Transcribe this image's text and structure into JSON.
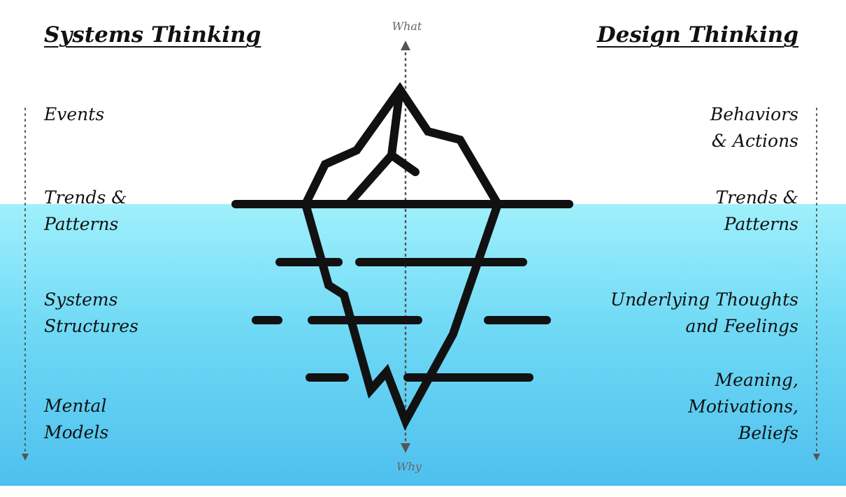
{
  "titles": {
    "left": "Systems Thinking",
    "right": "Design Thinking"
  },
  "axis": {
    "top": "What",
    "bottom": "Why"
  },
  "left_levels": [
    {
      "line1": "Events",
      "line2": ""
    },
    {
      "line1": "Trends &",
      "line2": "Patterns"
    },
    {
      "line1": "Systems",
      "line2": "Structures"
    },
    {
      "line1": "Mental",
      "line2": "Models"
    }
  ],
  "right_levels": [
    {
      "line1": "Behaviors",
      "line2": "& Actions",
      "line3": ""
    },
    {
      "line1": "Trends &",
      "line2": "Patterns",
      "line3": ""
    },
    {
      "line1": "Underlying Thoughts",
      "line2": "and Feelings",
      "line3": ""
    },
    {
      "line1": "Meaning,",
      "line2": "Motivations,",
      "line3": "Beliefs"
    }
  ],
  "colors": {
    "water_top": "#9ff0fb",
    "water_bottom": "#4ec0ee",
    "ink": "#111111",
    "axis": "#666666"
  },
  "icons": [
    "iceberg-icon",
    "arrow-up-icon",
    "arrow-down-icon"
  ]
}
